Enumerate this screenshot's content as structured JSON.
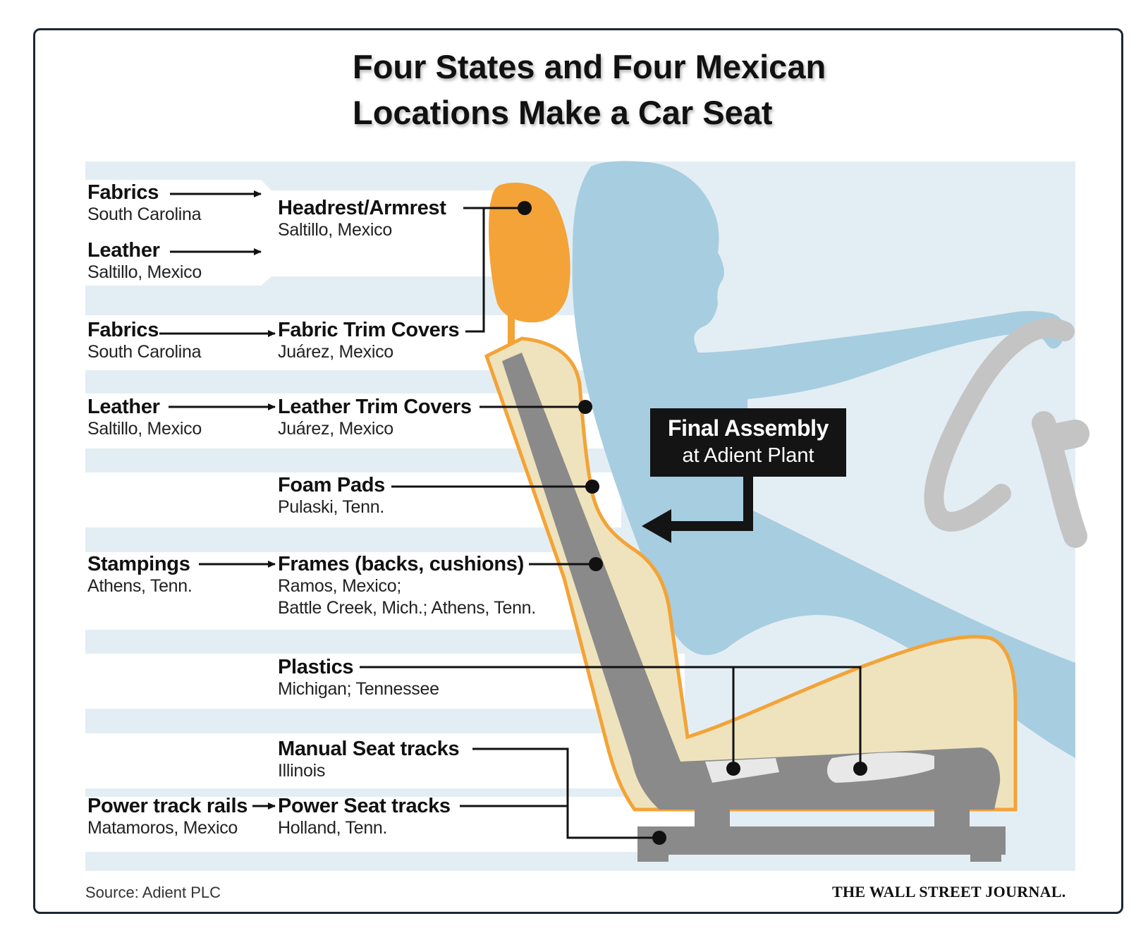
{
  "title_lines": [
    "Four States and Four Mexican",
    "Locations Make a Car Seat"
  ],
  "suppliers": [
    {
      "name": "Fabrics",
      "location": "South Carolina"
    },
    {
      "name": "Leather",
      "location": "Saltillo, Mexico"
    },
    {
      "name": "Fabrics",
      "location": "South Carolina"
    },
    {
      "name": "Leather",
      "location": "Saltillo, Mexico"
    },
    {
      "name": "Stampings",
      "location": "Athens, Tenn."
    },
    {
      "name": "Power track rails",
      "location": "Matamoros, Mexico"
    }
  ],
  "components": [
    {
      "name": "Headrest/Armrest",
      "location": "Saltillo, Mexico"
    },
    {
      "name": "Fabric Trim Covers",
      "location": "Juárez, Mexico"
    },
    {
      "name": "Leather Trim Covers",
      "location": "Juárez, Mexico"
    },
    {
      "name": "Foam Pads",
      "location": "Pulaski, Tenn."
    },
    {
      "name": "Frames (backs, cushions)",
      "location_lines": [
        "Ramos, Mexico;",
        "Battle Creek, Mich.; Athens, Tenn."
      ]
    },
    {
      "name": "Plastics",
      "location": "Michigan; Tennessee"
    },
    {
      "name": "Manual Seat tracks",
      "location": "Illinois"
    },
    {
      "name": "Power Seat tracks",
      "location": "Holland, Tenn."
    }
  ],
  "final_assembly": {
    "line1": "Final Assembly",
    "line2": "at Adient Plant"
  },
  "source": "Source: Adient PLC",
  "publisher": "THE WALL STREET JOURNAL.",
  "colors": {
    "background_band": "#e3eef4",
    "figure": "#a7cde0",
    "headrest": "#f3a337",
    "seat_fill": "#efe3bd",
    "seat_outline": "#f3a337",
    "frame_gray": "#8a8a8a",
    "steering_wheel": "#c4c4c4",
    "line": "#111111"
  }
}
